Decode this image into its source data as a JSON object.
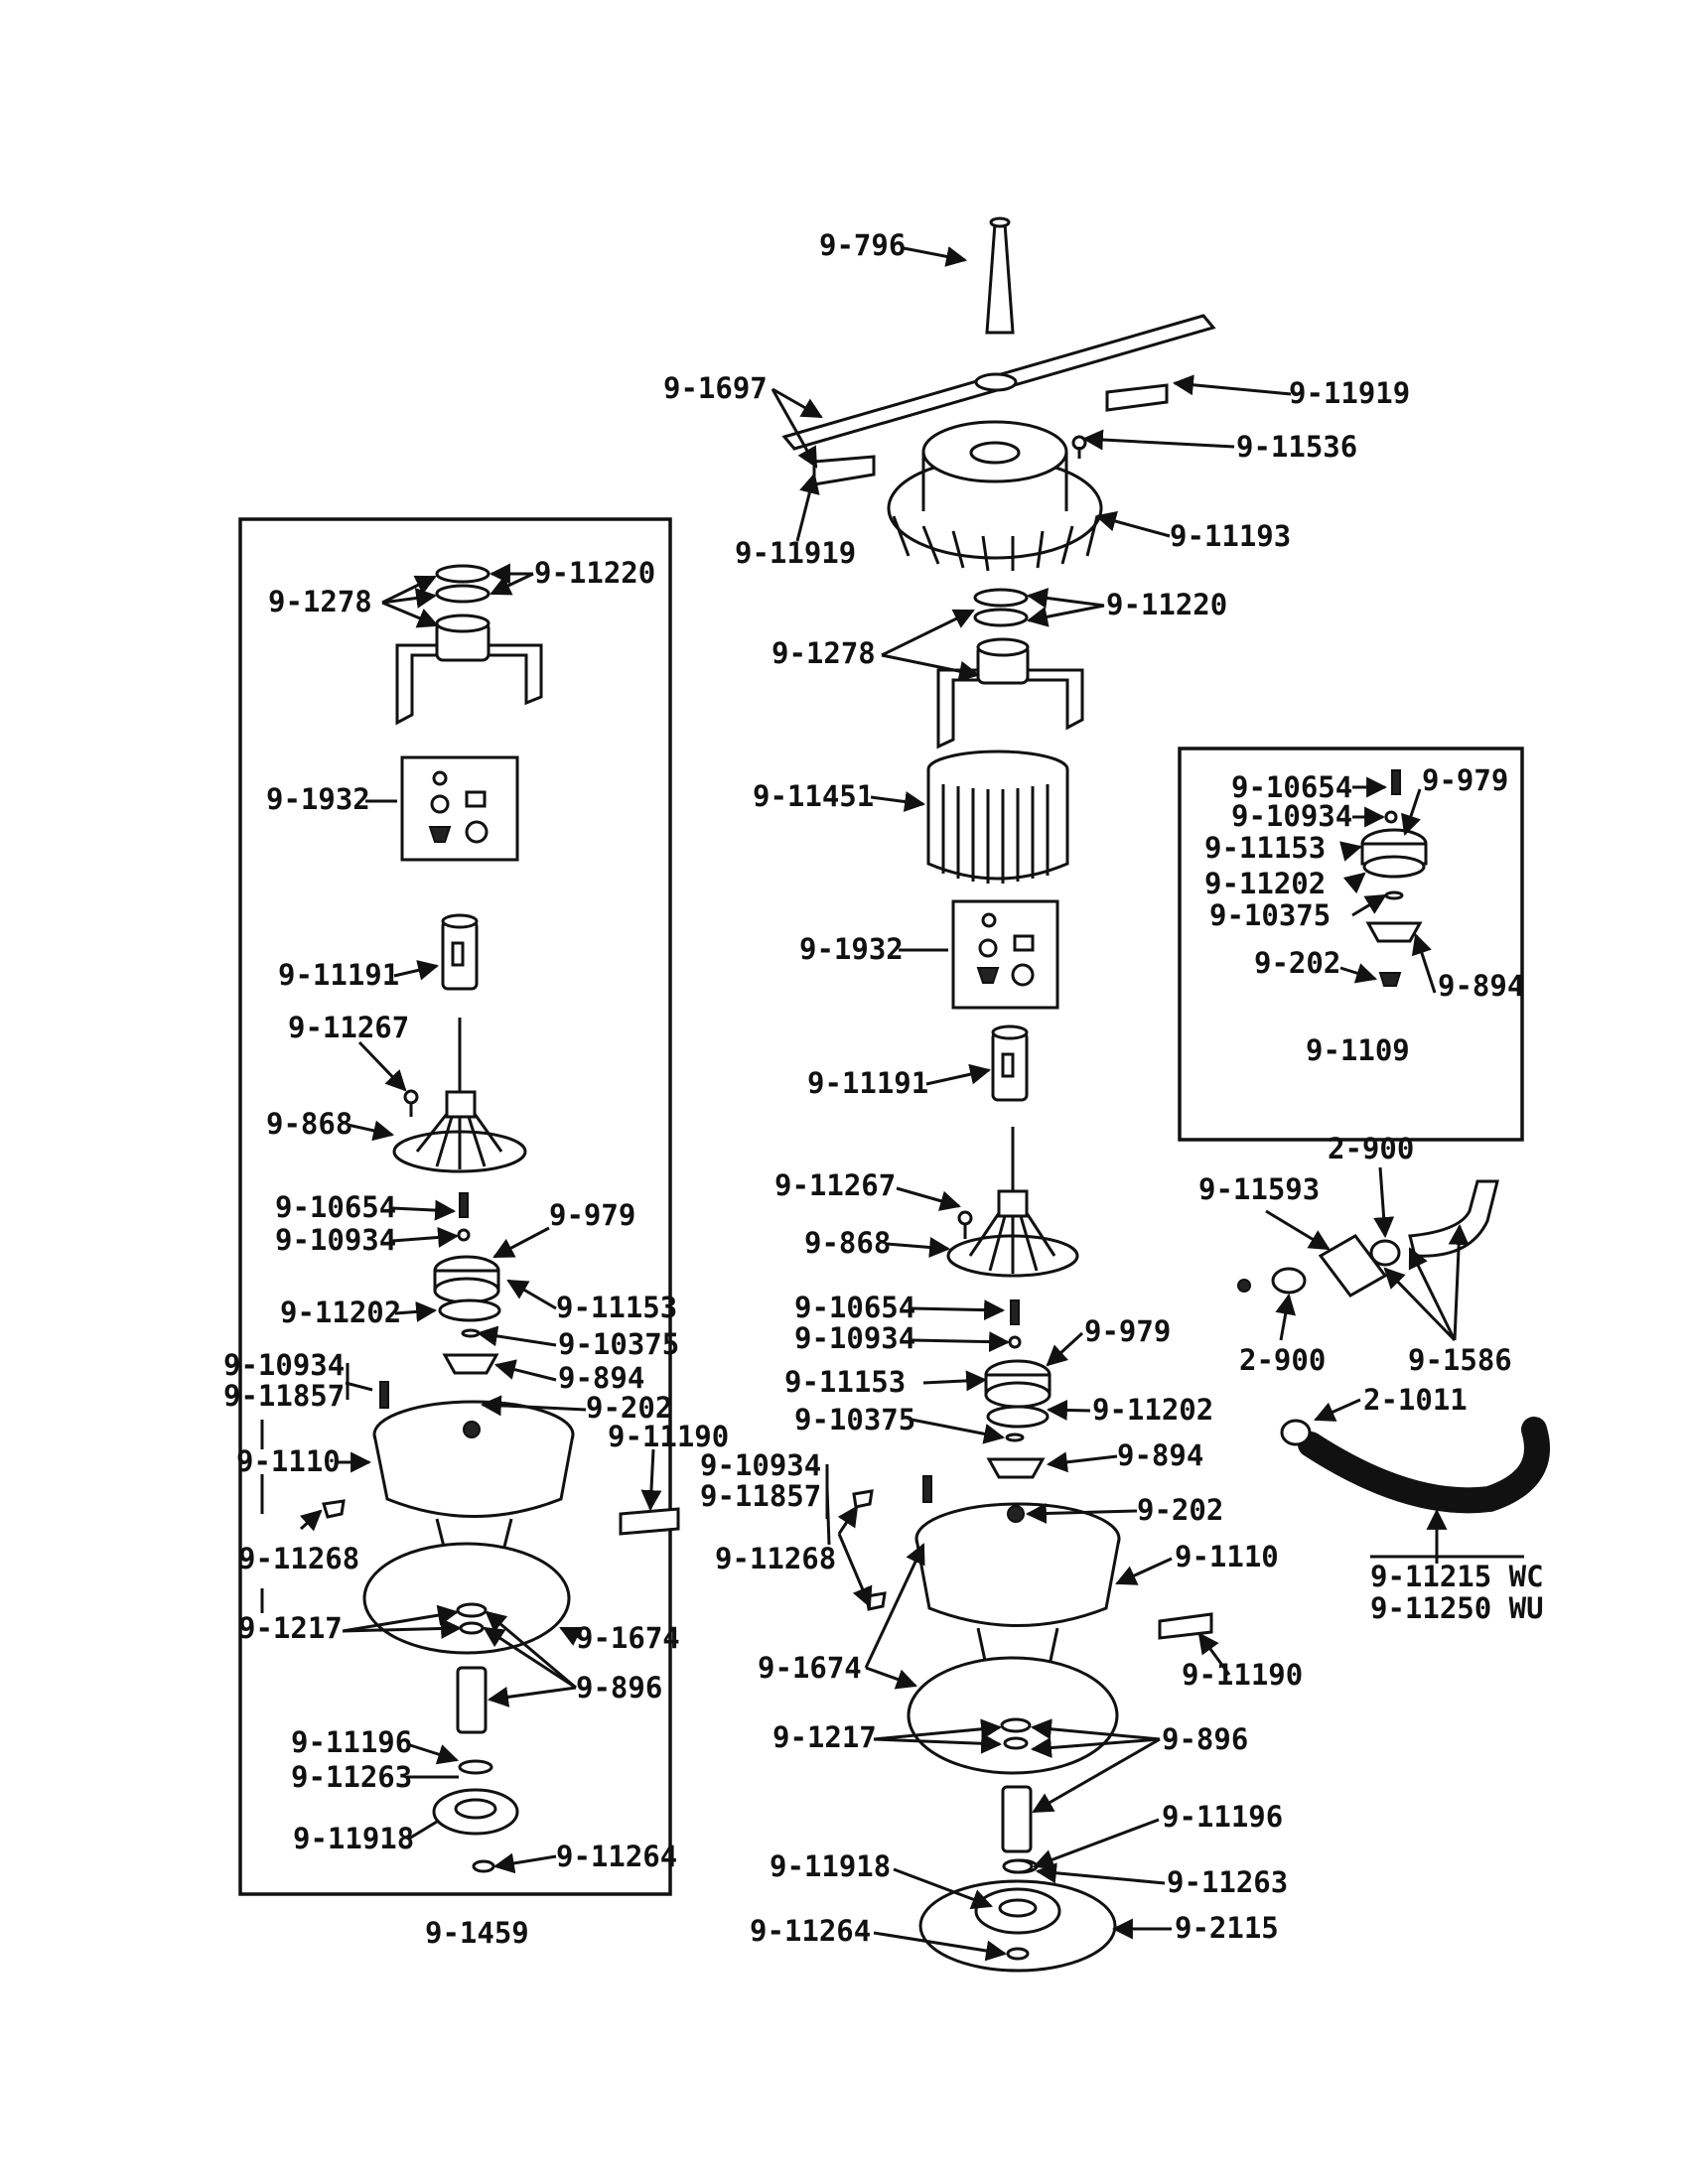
{
  "diagram": {
    "assemblies": [
      {
        "id": "left",
        "caption": "9-1459"
      },
      {
        "id": "right-inset",
        "caption": "9-1109"
      }
    ],
    "labels": [
      {
        "id": "c_796",
        "text": "9-796"
      },
      {
        "id": "c_1697",
        "text": "9-1697"
      },
      {
        "id": "c_11919a",
        "text": "9-11919"
      },
      {
        "id": "c_11536",
        "text": "9-11536"
      },
      {
        "id": "c_11919b",
        "text": "9-11919"
      },
      {
        "id": "c_11193",
        "text": "9-11193"
      },
      {
        "id": "c_11220",
        "text": "9-11220"
      },
      {
        "id": "c_1278",
        "text": "9-1278"
      },
      {
        "id": "c_11451",
        "text": "9-11451"
      },
      {
        "id": "c_1932",
        "text": "9-1932"
      },
      {
        "id": "c_11191",
        "text": "9-11191"
      },
      {
        "id": "c_11267",
        "text": "9-11267"
      },
      {
        "id": "c_868",
        "text": "9-868"
      },
      {
        "id": "c_10654",
        "text": "9-10654"
      },
      {
        "id": "c_10934",
        "text": "9-10934"
      },
      {
        "id": "c_979",
        "text": "9-979"
      },
      {
        "id": "c_11153",
        "text": "9-11153"
      },
      {
        "id": "c_11202",
        "text": "9-11202"
      },
      {
        "id": "c_10375",
        "text": "9-10375"
      },
      {
        "id": "c_894",
        "text": "9-894"
      },
      {
        "id": "c_10934b",
        "text": "9-10934"
      },
      {
        "id": "c_11857",
        "text": "9-11857"
      },
      {
        "id": "c_202",
        "text": "9-202"
      },
      {
        "id": "c_1110",
        "text": "9-1110"
      },
      {
        "id": "c_11268",
        "text": "9-11268"
      },
      {
        "id": "c_11190",
        "text": "9-11190"
      },
      {
        "id": "c_1674",
        "text": "9-1674"
      },
      {
        "id": "c_1217",
        "text": "9-1217"
      },
      {
        "id": "c_896",
        "text": "9-896"
      },
      {
        "id": "c_11196",
        "text": "9-11196"
      },
      {
        "id": "c_11263",
        "text": "9-11263"
      },
      {
        "id": "c_11918",
        "text": "9-11918"
      },
      {
        "id": "c_11264",
        "text": "9-11264"
      },
      {
        "id": "c_2115",
        "text": "9-2115"
      },
      {
        "id": "l_11220",
        "text": "9-11220"
      },
      {
        "id": "l_1278",
        "text": "9-1278"
      },
      {
        "id": "l_1932",
        "text": "9-1932"
      },
      {
        "id": "l_11191",
        "text": "9-11191"
      },
      {
        "id": "l_11267",
        "text": "9-11267"
      },
      {
        "id": "l_868",
        "text": "9-868"
      },
      {
        "id": "l_10654",
        "text": "9-10654"
      },
      {
        "id": "l_979",
        "text": "9-979"
      },
      {
        "id": "l_10934",
        "text": "9-10934"
      },
      {
        "id": "l_11153",
        "text": "9-11153"
      },
      {
        "id": "l_11202",
        "text": "9-11202"
      },
      {
        "id": "l_10375",
        "text": "9-10375"
      },
      {
        "id": "l_10934b",
        "text": "9-10934"
      },
      {
        "id": "l_894",
        "text": "9-894"
      },
      {
        "id": "l_11857",
        "text": "9-11857"
      },
      {
        "id": "l_202",
        "text": "9-202"
      },
      {
        "id": "l_11190",
        "text": "9-11190"
      },
      {
        "id": "l_1110",
        "text": "9-1110"
      },
      {
        "id": "l_11268",
        "text": "9-11268"
      },
      {
        "id": "l_1674",
        "text": "9-1674"
      },
      {
        "id": "l_1217",
        "text": "9-1217"
      },
      {
        "id": "l_896",
        "text": "9-896"
      },
      {
        "id": "l_11196",
        "text": "9-11196"
      },
      {
        "id": "l_11263",
        "text": "9-11263"
      },
      {
        "id": "l_11918",
        "text": "9-11918"
      },
      {
        "id": "l_11264",
        "text": "9-11264"
      },
      {
        "id": "r_10654",
        "text": "9-10654"
      },
      {
        "id": "r_979",
        "text": "9-979"
      },
      {
        "id": "r_10934",
        "text": "9-10934"
      },
      {
        "id": "r_11153",
        "text": "9-11153"
      },
      {
        "id": "r_11202",
        "text": "9-11202"
      },
      {
        "id": "r_10375",
        "text": "9-10375"
      },
      {
        "id": "r_202",
        "text": "9-202"
      },
      {
        "id": "r_894",
        "text": "9-894"
      },
      {
        "id": "h_2900a",
        "text": "2-900"
      },
      {
        "id": "h_11593",
        "text": "9-11593"
      },
      {
        "id": "h_2900b",
        "text": "2-900"
      },
      {
        "id": "h_1586",
        "text": "9-1586"
      },
      {
        "id": "h_2011",
        "text": "2-1011"
      },
      {
        "id": "h_11215",
        "text": "9-11215 WC"
      },
      {
        "id": "h_11250",
        "text": "9-11250 WU"
      }
    ]
  }
}
